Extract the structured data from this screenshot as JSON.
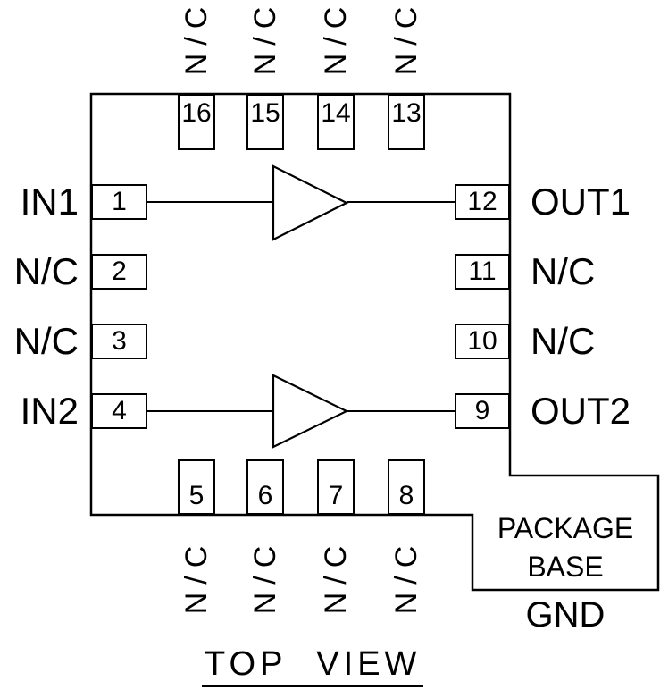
{
  "diagram": {
    "view_title": "TOP VIEW",
    "package_base": {
      "line1": "PACKAGE",
      "line2": "BASE",
      "ground": "GND"
    },
    "colors": {
      "line": "#000000",
      "background": "#ffffff"
    },
    "pins": {
      "left": [
        {
          "number": "1",
          "label": "IN1"
        },
        {
          "number": "2",
          "label": "N/C"
        },
        {
          "number": "3",
          "label": "N/C"
        },
        {
          "number": "4",
          "label": "IN2"
        }
      ],
      "right": [
        {
          "number": "12",
          "label": "OUT1"
        },
        {
          "number": "11",
          "label": "N/C"
        },
        {
          "number": "10",
          "label": "N/C"
        },
        {
          "number": "9",
          "label": "OUT2"
        }
      ],
      "top": [
        {
          "number": "16",
          "label": "N/C"
        },
        {
          "number": "15",
          "label": "N/C"
        },
        {
          "number": "14",
          "label": "N/C"
        },
        {
          "number": "13",
          "label": "N/C"
        }
      ],
      "bottom": [
        {
          "number": "5",
          "label": "N/C"
        },
        {
          "number": "6",
          "label": "N/C"
        },
        {
          "number": "7",
          "label": "N/C"
        },
        {
          "number": "8",
          "label": "N/C"
        }
      ]
    }
  }
}
